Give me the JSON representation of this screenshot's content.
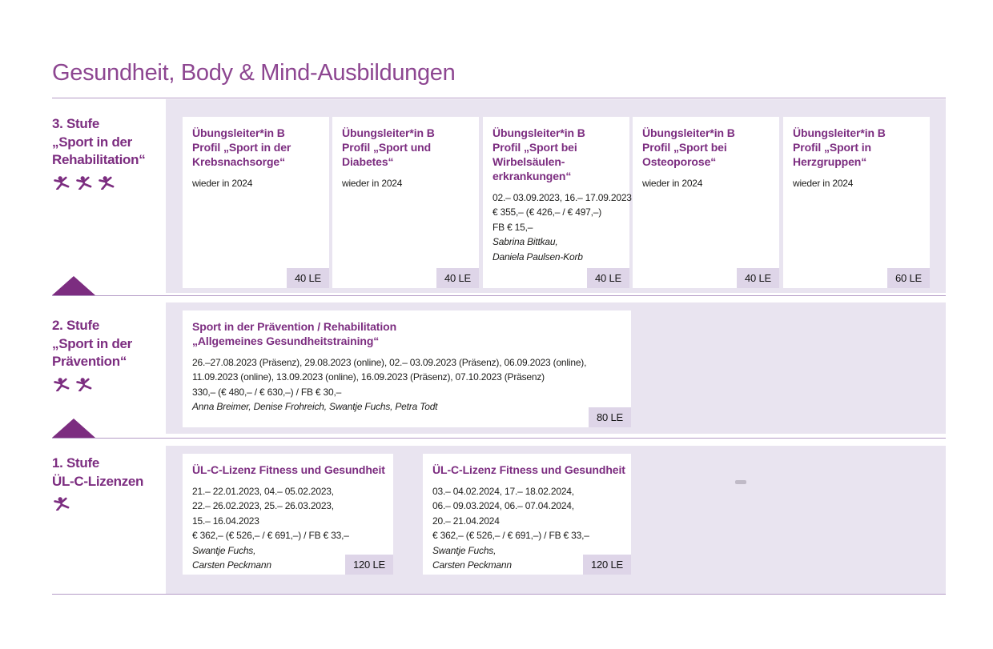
{
  "page": {
    "title": "Gesundheit, Body & Mind-Ausbildungen"
  },
  "colors": {
    "heading": "#8d4691",
    "accent": "#7c2d80",
    "panel_bg": "#e9e4f0",
    "badge_bg": "#ded5e8",
    "divider": "#b49bc6"
  },
  "stages": [
    {
      "name": "3. Stufe",
      "label_lines": [
        "3. Stufe",
        "„Sport in der",
        "Rehabilitation“"
      ],
      "icon_count": 3,
      "cards": [
        {
          "title_lines": [
            "Übungsleiter*in B",
            "Profil „Sport in der",
            "Krebsnachsorge“"
          ],
          "info_lines": [
            "wieder in 2024"
          ],
          "trainer_lines": [],
          "badge": "40 LE"
        },
        {
          "title_lines": [
            "Übungsleiter*in B",
            "Profil „Sport und",
            "Diabetes“"
          ],
          "info_lines": [
            "wieder in 2024"
          ],
          "trainer_lines": [],
          "badge": "40 LE"
        },
        {
          "title_lines": [
            "Übungsleiter*in B",
            "Profil „Sport bei",
            "Wirbelsäulen-",
            "erkrankungen“"
          ],
          "info_lines": [
            "02.– 03.09.2023, 16.– 17.09.2023",
            "€ 355,– (€ 426,– / € 497,–)",
            "FB € 15,–"
          ],
          "trainer_lines": [
            "Sabrina Bittkau,",
            "Daniela Paulsen-Korb"
          ],
          "badge": "40 LE"
        },
        {
          "title_lines": [
            "Übungsleiter*in B",
            "Profil „Sport bei",
            "Osteoporose“"
          ],
          "info_lines": [
            "wieder in 2024"
          ],
          "trainer_lines": [],
          "badge": "40 LE"
        },
        {
          "title_lines": [
            "Übungsleiter*in B",
            "Profil „Sport in",
            "Herzgruppen“"
          ],
          "info_lines": [
            "wieder in 2024"
          ],
          "trainer_lines": [],
          "badge": "60 LE"
        }
      ]
    },
    {
      "name": "2. Stufe",
      "label_lines": [
        "2. Stufe",
        "„Sport in der",
        "Prävention“"
      ],
      "icon_count": 2,
      "cards": [
        {
          "title_lines": [
            "Sport in der Prävention / Rehabilitation",
            "„Allgemeines Gesundheitstraining“"
          ],
          "info_lines": [
            "26.–27.08.2023 (Präsenz), 29.08.2023 (online), 02.– 03.09.2023 (Präsenz), 06.09.2023 (online),",
            "11.09.2023 (online), 13.09.2023 (online), 16.09.2023 (Präsenz), 07.10.2023 (Präsenz)",
            "330,– (€ 480,– / € 630,–) / FB € 30,–"
          ],
          "trainer_lines": [
            "Anna Breimer, Denise Frohreich, Swantje Fuchs, Petra Todt"
          ],
          "badge": "80 LE"
        }
      ]
    },
    {
      "name": "1. Stufe",
      "label_lines": [
        "1. Stufe",
        "ÜL-C-Lizenzen"
      ],
      "icon_count": 1,
      "cards": [
        {
          "title_lines": [
            "ÜL-C-Lizenz Fitness und Gesundheit"
          ],
          "info_lines": [
            "21.– 22.01.2023, 04.– 05.02.2023,",
            "22.– 26.02.2023, 25.– 26.03.2023,",
            "15.– 16.04.2023",
            "€ 362,– (€ 526,– / € 691,–) / FB € 33,–"
          ],
          "trainer_lines": [
            "Swantje Fuchs,",
            "Carsten Peckmann"
          ],
          "badge": "120 LE"
        },
        {
          "title_lines": [
            "ÜL-C-Lizenz Fitness und Gesundheit"
          ],
          "info_lines": [
            "03.– 04.02.2024, 17.– 18.02.2024,",
            "06.– 09.03.2024, 06.– 07.04.2024,",
            "20.– 21.04.2024",
            "€ 362,– (€ 526,– / € 691,–) / FB € 33,–"
          ],
          "trainer_lines": [
            "Swantje Fuchs,",
            "Carsten Peckmann"
          ],
          "badge": "120 LE"
        }
      ]
    }
  ]
}
